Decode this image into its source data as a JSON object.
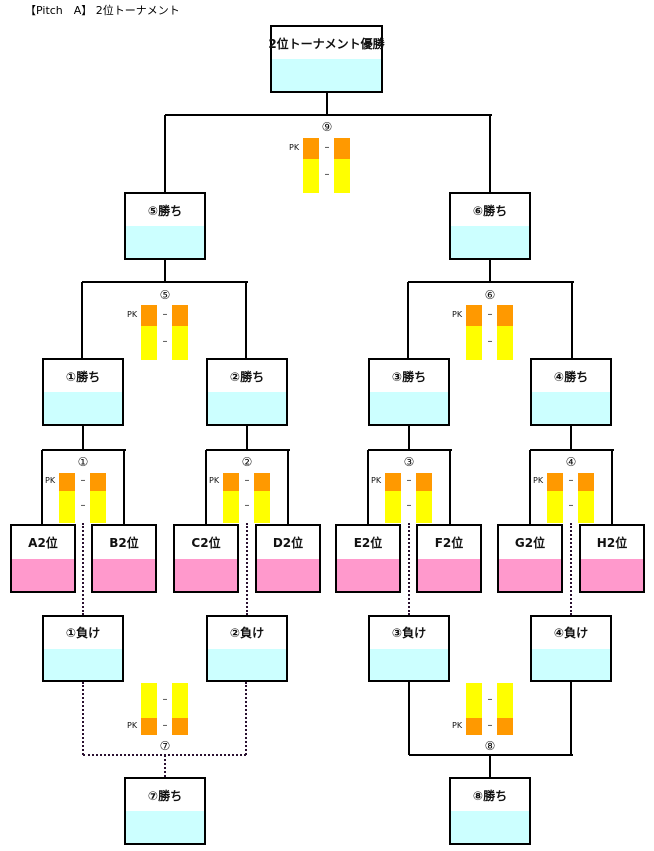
{
  "title": "【Pitch　A】 2位トーナメント",
  "champion": "2位トーナメント優勝",
  "winners": {
    "w5": "⑤勝ち",
    "w6": "⑥勝ち",
    "w1": "①勝ち",
    "w2": "②勝ち",
    "w3": "③勝ち",
    "w4": "④勝ち",
    "w7": "⑦勝ち",
    "w8": "⑧勝ち"
  },
  "teams": [
    "A2位",
    "B2位",
    "C2位",
    "D2位",
    "E2位",
    "F2位",
    "G2位",
    "H2位"
  ],
  "losers": [
    "①負け",
    "②負け",
    "③負け",
    "④負け"
  ],
  "matches": {
    "m9": "⑨",
    "m5": "⑤",
    "m6": "⑥",
    "m1": "①",
    "m2": "②",
    "m3": "③",
    "m4": "④",
    "m7": "⑦",
    "m8": "⑧"
  },
  "pk_label": "PK",
  "score_separator": "–",
  "colors": {
    "winner_fill": "#ccffff",
    "team_fill": "#ff99cc",
    "pk_fill": "#ff9900",
    "score_fill": "#ffff00",
    "line": "#000000"
  }
}
